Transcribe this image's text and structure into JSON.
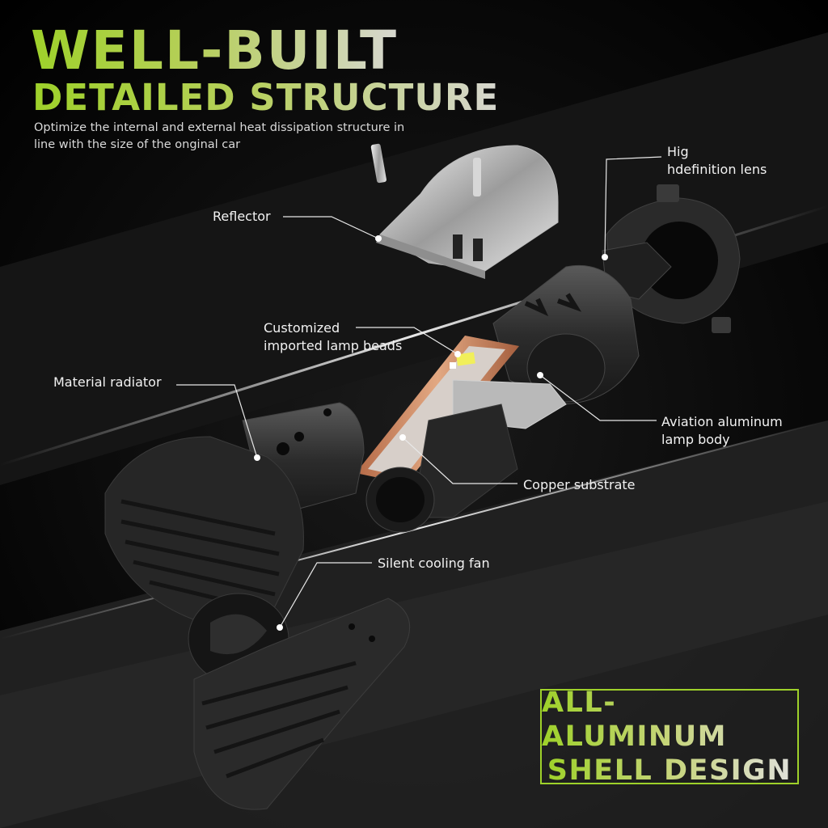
{
  "header": {
    "title_line1": "WELL-BUILT",
    "title_line2": "DETAILED STRUCTURE",
    "subtitle": "Optimize the internal and external heat dissipation structure in line with the size of the onginal car"
  },
  "callouts": {
    "lens_line1": "Hig",
    "lens_line2": "hdefinition lens",
    "reflector": "Reflector",
    "lamp_beads_line1": "Customized",
    "lamp_beads_line2": "imported lamp beads",
    "radiator": "Material radiator",
    "body_line1": "Aviation aluminum",
    "body_line2": "lamp body",
    "copper": "Copper substrate",
    "fan": "Silent cooling fan"
  },
  "badge": {
    "line1": "ALL-ALUMINUM",
    "line2": "SHELL DESIGN"
  },
  "colors": {
    "accent": "#9ed12a",
    "background": "#050505",
    "text": "#f2f2f2"
  }
}
